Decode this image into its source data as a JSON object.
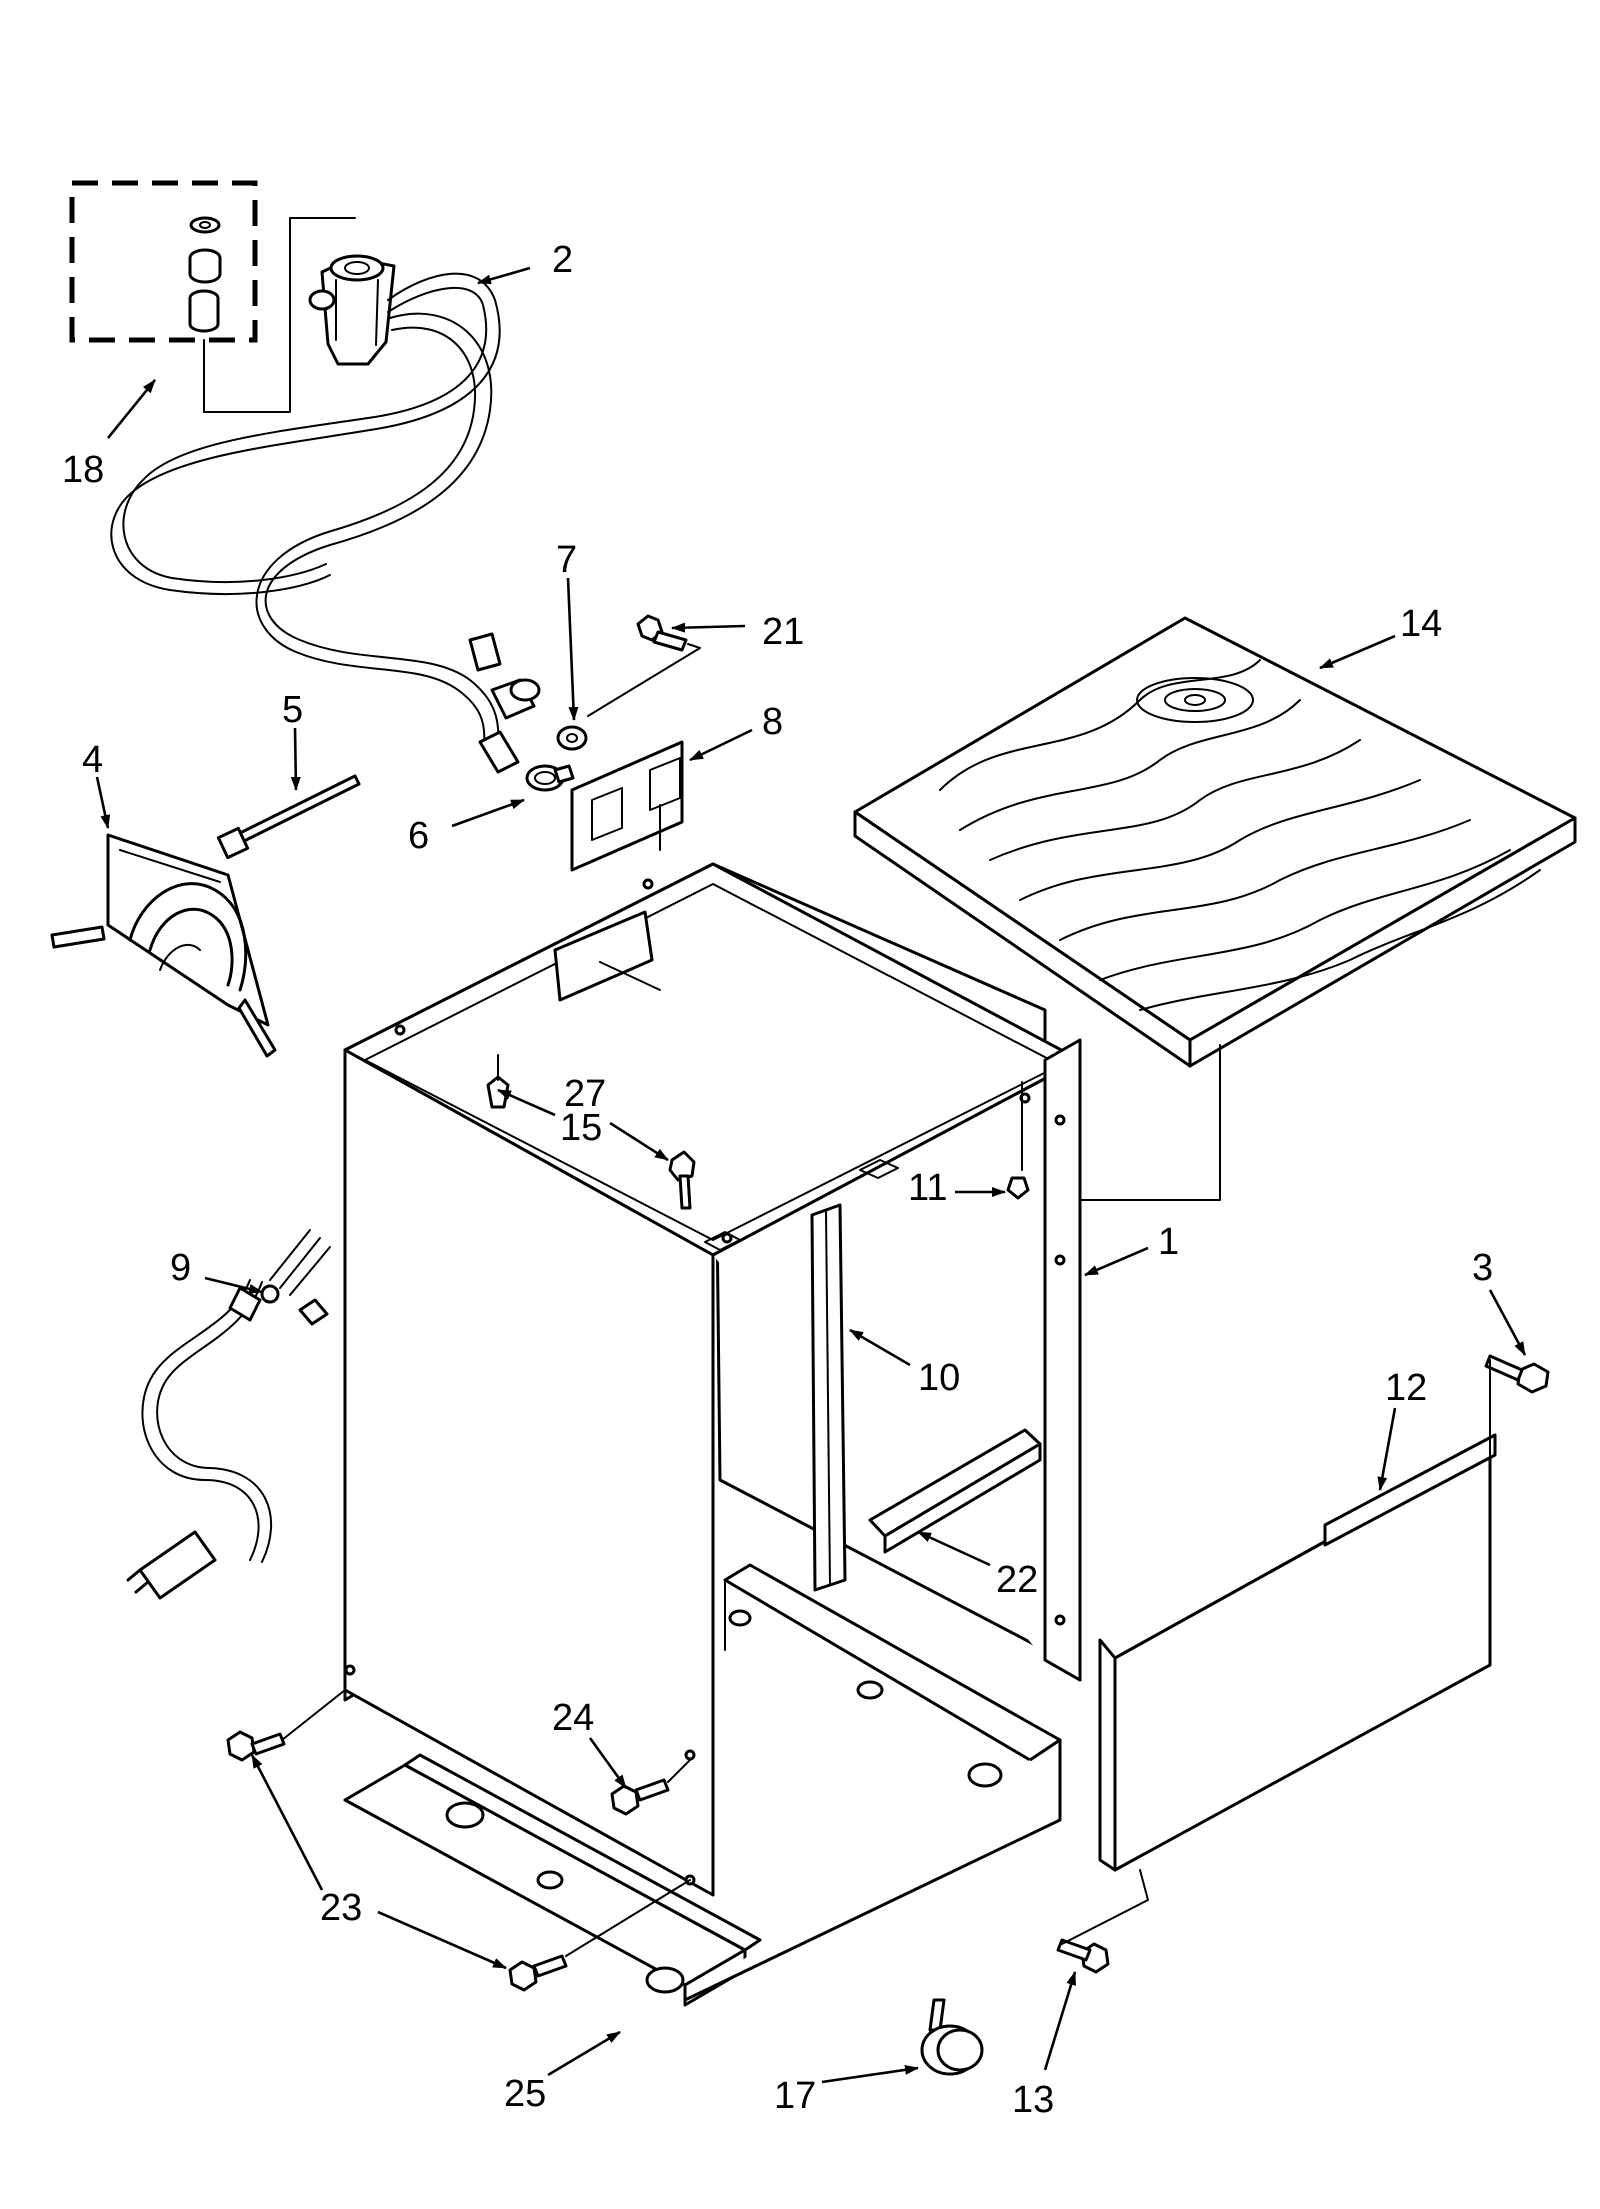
{
  "callouts": {
    "c1": "1",
    "c2": "2",
    "c3": "3",
    "c4": "4",
    "c5": "5",
    "c6": "6",
    "c7": "7",
    "c8": "8",
    "c9": "9",
    "c10": "10",
    "c11": "11",
    "c12": "12",
    "c13": "13",
    "c14": "14",
    "c15": "15",
    "c17": "17",
    "c18": "18",
    "c21": "21",
    "c22": "22",
    "c23": "23",
    "c24": "24",
    "c25": "25",
    "c27": "27"
  }
}
